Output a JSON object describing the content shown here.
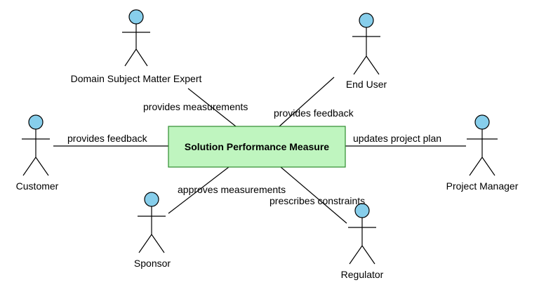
{
  "center": {
    "label": "Solution Performance Measure",
    "fill": "#bff5bf",
    "stroke": "#2e8b2e"
  },
  "actor_head_color": "#87ceeb",
  "actors": {
    "sme": "Domain Subject Matter Expert",
    "end_user": "End User",
    "customer": "Customer",
    "project_manager": "Project Manager",
    "sponsor": "Sponsor",
    "regulator": "Regulator"
  },
  "relations": {
    "sme": "provides measurements",
    "end_user": "provides feedback",
    "customer": "provides feedback",
    "project_manager": "updates project plan",
    "sponsor": "approves measurements",
    "regulator": "prescribes constraints"
  }
}
